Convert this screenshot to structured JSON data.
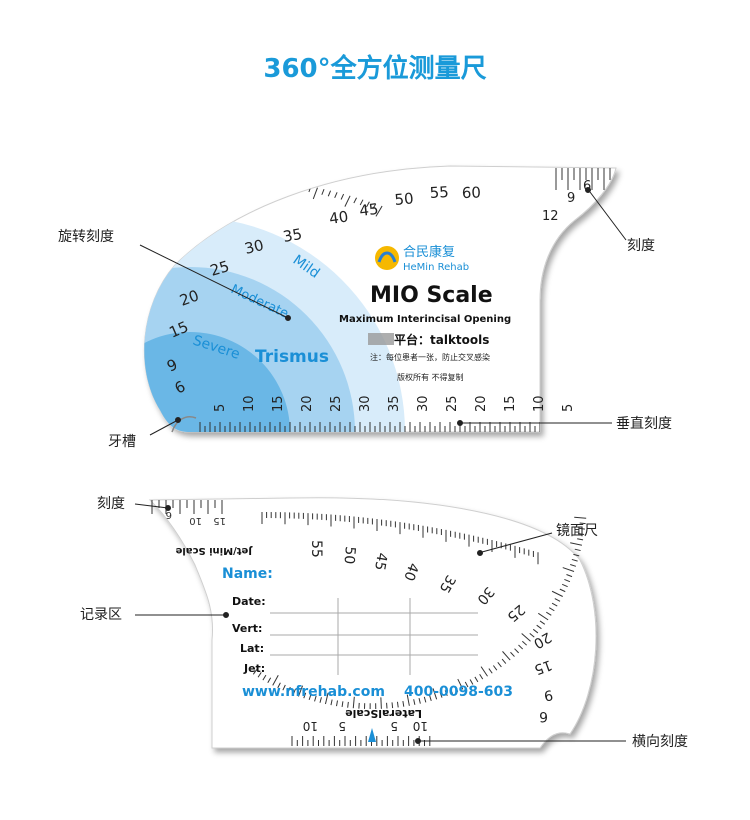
{
  "title": "360°全方位测量尺",
  "colors": {
    "title": "#1a9ad9",
    "severe": "#6ab7e6",
    "moderate": "#a6d3f1",
    "mild": "#d8ecfa",
    "blue_text": "#1a8fd6"
  },
  "top_card": {
    "logo_cn": "合民康复",
    "logo_en": "HeMin Rehab",
    "name": "MIO Scale",
    "subtitle": "Maximum Interincisal Opening",
    "platform": "平台：talktools",
    "note": "注：每位患者一张，防止交叉感染",
    "copyright": "版权所有 不得复制",
    "zone_mild": "Mild",
    "zone_moderate": "Moderate",
    "zone_severe": "Severe",
    "zone_trismus": "Trismus",
    "arc_numbers": [
      "6",
      "9",
      "15",
      "20",
      "25",
      "30",
      "35",
      "40",
      "45",
      "50",
      "55",
      "60"
    ],
    "corner_numbers": [
      "6",
      "9",
      "12"
    ],
    "bottom_numbers": [
      "5",
      "10",
      "15",
      "20",
      "25",
      "30",
      "35",
      "30",
      "25",
      "20",
      "15",
      "10",
      "5"
    ]
  },
  "bottom_card": {
    "scale_name": "Jet/Mini Scale",
    "corner_numbers": [
      "6",
      "10",
      "15"
    ],
    "name_label": "Name:",
    "fields": [
      "Date:",
      "Vert:",
      "Lat:",
      "Jet:"
    ],
    "website": "www.nfrehab.com",
    "phone": "400-0098-603",
    "lateral_label": "LateralScale",
    "bottom_numbers": [
      "10",
      "5",
      "5",
      "10"
    ],
    "arc_numbers": [
      "6",
      "9",
      "15",
      "20",
      "25",
      "30",
      "35",
      "40",
      "45",
      "50",
      "55"
    ]
  },
  "callouts": {
    "rotation_scale": "旋转刻度",
    "scale_top": "刻度",
    "tooth_groove": "牙槽",
    "vertical_scale": "垂直刻度",
    "scale_bottom": "刻度",
    "record_area": "记录区",
    "mirror_ruler": "镜面尺",
    "horizontal_scale": "横向刻度"
  }
}
